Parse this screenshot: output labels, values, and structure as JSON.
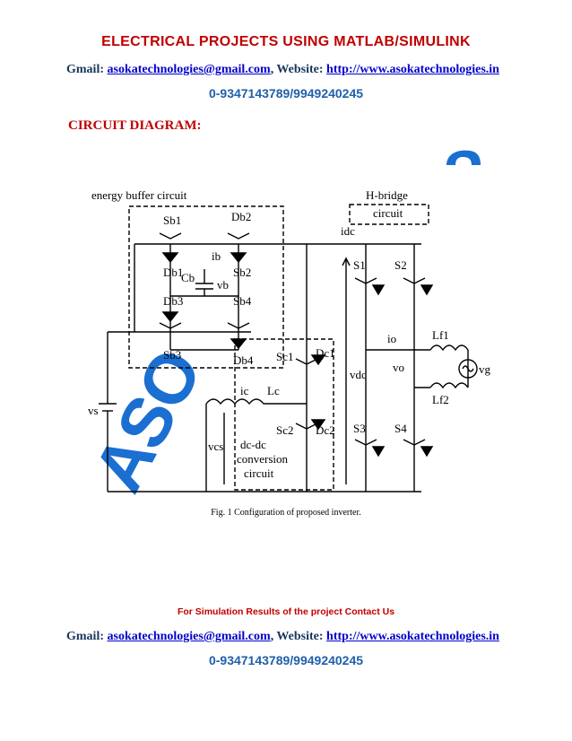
{
  "header": {
    "title": "ELECTRICAL PROJECTS USING MATLAB/SIMULINK",
    "gmail_label": "Gmail: ",
    "email": "asokatechnologies@gmail.com",
    "website_label": ", Website: ",
    "website": "http://www.asokatechnologies.in",
    "phone": "0-9347143789/9949240245"
  },
  "section_heading": "CIRCUIT DIAGRAM:",
  "watermark": "ASO",
  "figure": {
    "caption": "Fig. 1 Configuration of proposed inverter.",
    "labels": {
      "energy_buffer": "energy buffer circuit",
      "hbridge_1": "H-bridge",
      "hbridge_2": "circuit",
      "dcdc_1": "dc-dc",
      "dcdc_2": "conversion",
      "dcdc_3": "circuit",
      "sb1": "Sb1",
      "db2": "Db2",
      "db1": "Db1",
      "sb2": "Sb2",
      "db3": "Db3",
      "sb4": "Sb4",
      "sb3": "Sb3",
      "db4": "Db4",
      "cb": "Cb",
      "vb": "vb",
      "ib": "ib",
      "sc1": "Sc1",
      "dc1": "Dc1",
      "sc2": "Sc2",
      "dc2": "Dc2",
      "ic": "ic",
      "lc": "Lc",
      "idc": "idc",
      "vdc": "vdc",
      "vs": "vs",
      "vcs": "vcs",
      "s1": "S1",
      "s2": "S2",
      "s3": "S3",
      "s4": "S4",
      "io": "io",
      "vo": "vo",
      "lf1": "Lf1",
      "lf2": "Lf2",
      "vg": "vg"
    }
  },
  "footer": {
    "sim_text": "For Simulation Results of the project Contact Us",
    "gmail_label": "Gmail: ",
    "email": "asokatechnologies@gmail.com",
    "website_label": ", Website: ",
    "website": "http://www.asokatechnologies.in",
    "phone": "0-9347143789/9949240245"
  },
  "colors": {
    "title": "#c00000",
    "link": "#0000cc",
    "phone": "#1f5faa",
    "watermark": "#1a6fd1"
  }
}
